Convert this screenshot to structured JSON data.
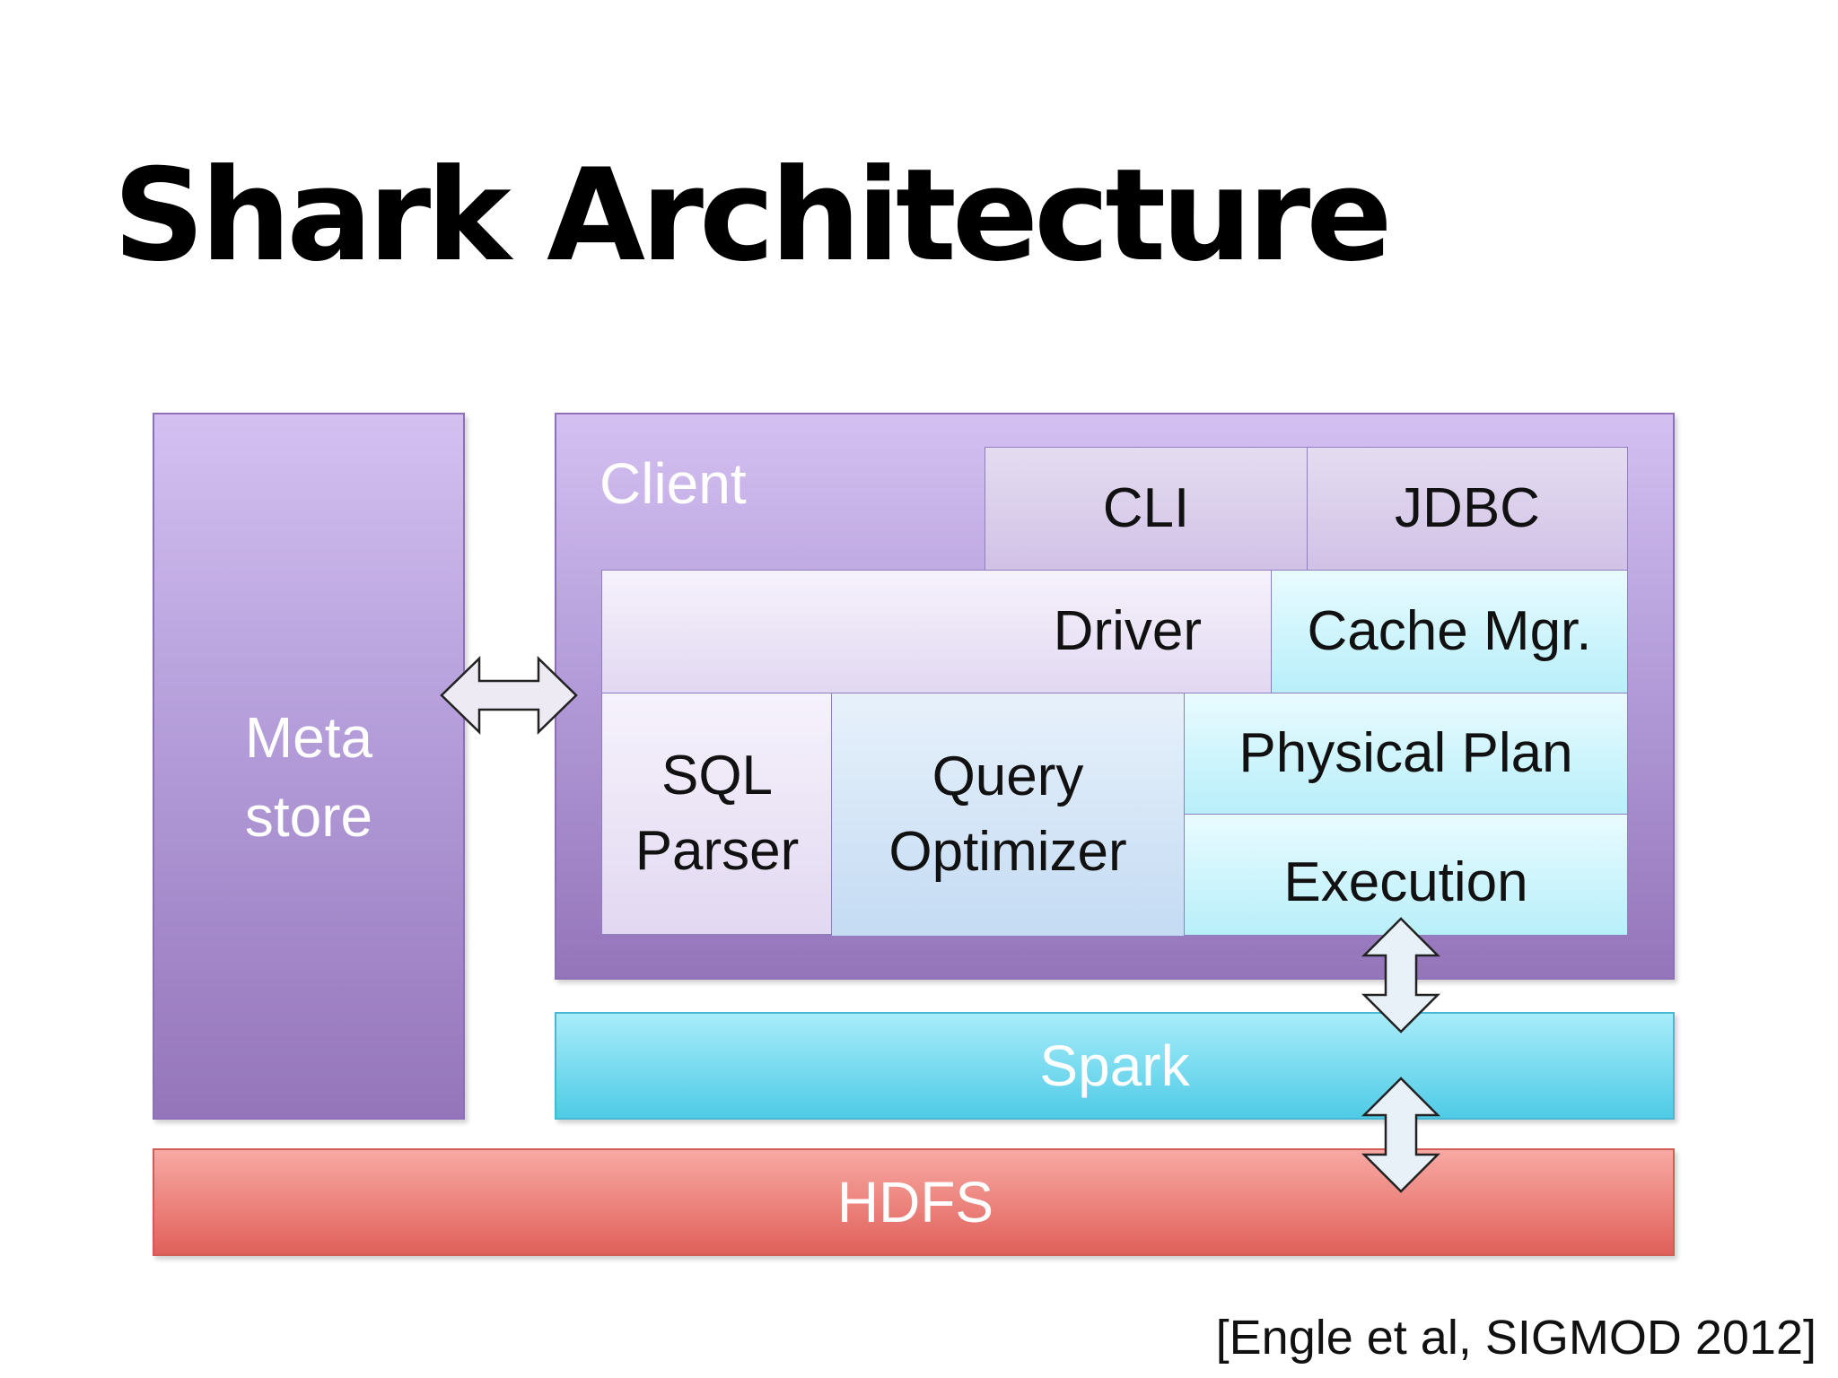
{
  "title": "Shark Architecture",
  "metastore": {
    "line1": "Meta",
    "line2": "store"
  },
  "client": {
    "label": "Client",
    "cli": "CLI",
    "jdbc": "JDBC",
    "driver": "Driver",
    "cache_mgr": "Cache Mgr.",
    "sql_parser": {
      "line1": "SQL",
      "line2": "Parser"
    },
    "query_optimizer": {
      "line1": "Query",
      "line2": "Optimizer"
    },
    "physical_plan": "Physical Plan",
    "execution": "Execution"
  },
  "spark": "Spark",
  "hdfs": "HDFS",
  "citation": "[Engle et al, SIGMOD 2012]",
  "colors": {
    "purple_box": "#b29bd8",
    "spark": "#4fcbe6",
    "hdfs": "#e0605a",
    "arrow_fill": "#e8f0f8"
  }
}
